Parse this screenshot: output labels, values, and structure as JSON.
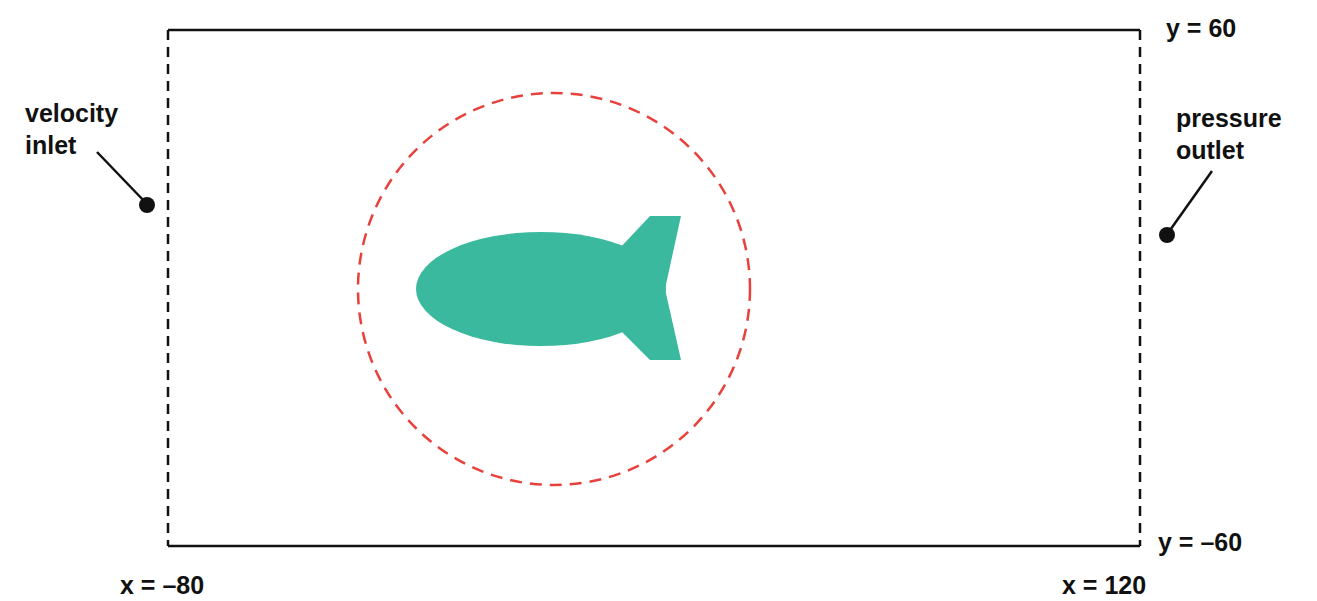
{
  "diagram": {
    "labels": [
      "velocity inlet",
      "pressure outlet",
      "y = 60",
      "y = –60",
      "x = –80",
      "x = 120"
    ]
  }
}
